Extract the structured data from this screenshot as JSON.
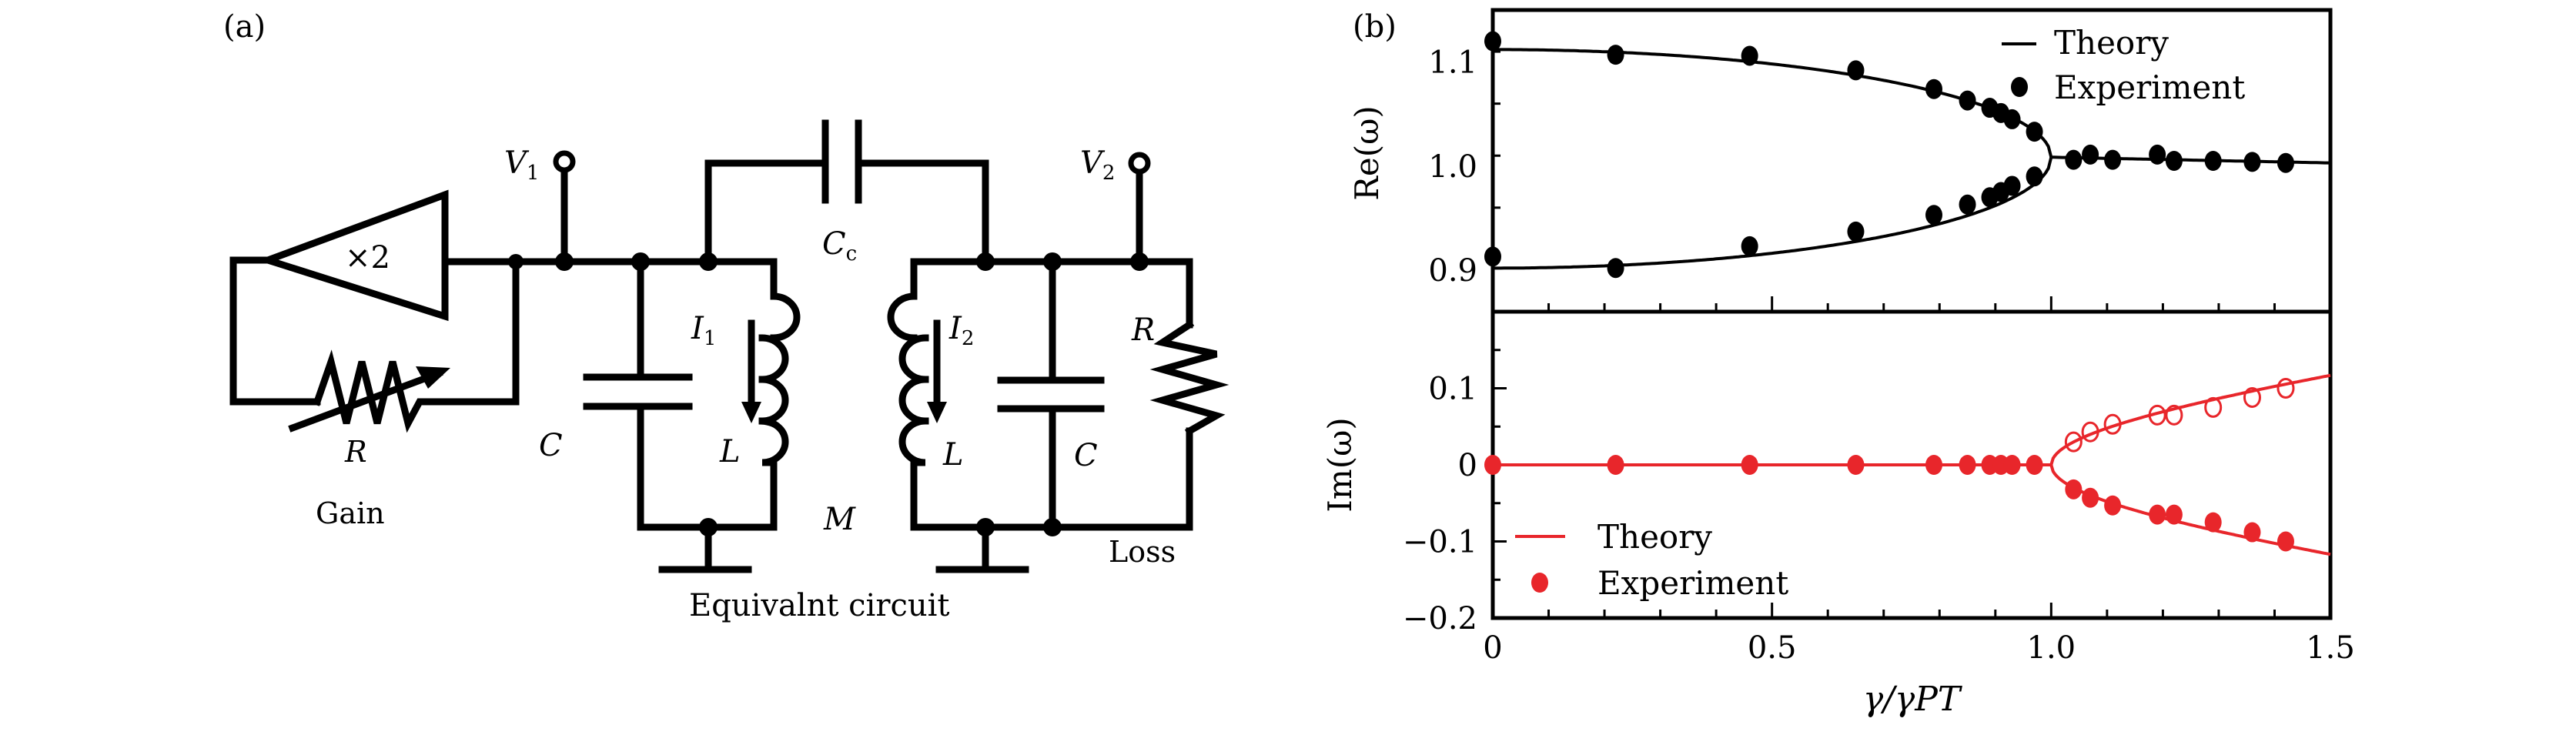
{
  "panel_a": {
    "label": "(a)",
    "amplifier": "×2",
    "v1": "V",
    "v1_sub": "1",
    "v2": "V",
    "v2_sub": "2",
    "cc": "C",
    "cc_sub": "c",
    "i1": "I",
    "i1_sub": "1",
    "i2": "I",
    "i2_sub": "2",
    "c_left": "C",
    "c_right": "C",
    "l_left": "L",
    "l_right": "L",
    "r_gain": "R",
    "r_loss": "R",
    "m": "M",
    "gain": "Gain",
    "loss": "Loss",
    "caption": "Equivalnt circuit"
  },
  "panel_b": {
    "label": "(b)"
  },
  "chart_data": [
    {
      "type": "line",
      "panel": "upper",
      "ylabel": "Re(ω)",
      "ylim": [
        0.86,
        1.15
      ],
      "xlim": [
        0,
        1.5
      ],
      "yticks": [
        0.9,
        1.0,
        1.1
      ],
      "ytick_labels": [
        "0.9",
        "1.0",
        "1.1"
      ],
      "legend": {
        "position": "top-right",
        "entries": [
          "Theory",
          "Experiment"
        ]
      },
      "colors": {
        "theory": "#000000",
        "experiment": "#000000"
      },
      "series": [
        {
          "name": "Experiment upper",
          "marker": "filled",
          "x": [
            0,
            0.22,
            0.46,
            0.65,
            0.79,
            0.85,
            0.89,
            0.91,
            0.93,
            0.97
          ],
          "y": [
            1.12,
            1.107,
            1.106,
            1.092,
            1.074,
            1.063,
            1.056,
            1.051,
            1.045,
            1.033
          ]
        },
        {
          "name": "Experiment lower",
          "marker": "filled",
          "x": [
            0,
            0.22,
            0.46,
            0.65,
            0.79,
            0.85,
            0.89,
            0.91,
            0.93,
            0.97
          ],
          "y": [
            0.913,
            0.902,
            0.923,
            0.937,
            0.953,
            0.963,
            0.97,
            0.975,
            0.981,
            0.99
          ]
        },
        {
          "name": "Experiment broken",
          "marker": "filled",
          "x": [
            1.04,
            1.07,
            1.11,
            1.19,
            1.22,
            1.29,
            1.36,
            1.42
          ],
          "y": [
            1.006,
            1.011,
            1.006,
            1.011,
            1.005,
            1.005,
            1.004,
            1.003
          ]
        }
      ],
      "theory": {
        "center": 1.0085,
        "split0": 0.1035,
        "tail_end": 1.003
      }
    },
    {
      "type": "line",
      "panel": "lower",
      "ylabel": "Im(ω)",
      "xlabel": "γ/γPT",
      "ylim": [
        -0.2,
        0.2
      ],
      "xlim": [
        0,
        1.5
      ],
      "yticks": [
        -0.2,
        -0.1,
        0,
        0.1
      ],
      "ytick_labels": [
        "−0.2",
        "−0.1",
        "0",
        "0.1"
      ],
      "xticks": [
        0,
        0.5,
        1.0,
        1.5
      ],
      "xtick_labels": [
        "0",
        "0.5",
        "1.0",
        "1.5"
      ],
      "legend": {
        "position": "bottom-left",
        "entries": [
          "Theory",
          "Experiment"
        ]
      },
      "colors": {
        "theory": "#e8262b",
        "experiment": "#e8262b"
      },
      "series": [
        {
          "name": "Experiment zero",
          "marker": "filled",
          "x": [
            0,
            0.22,
            0.46,
            0.65,
            0.79,
            0.85,
            0.89,
            0.91,
            0.93,
            0.97
          ],
          "y": [
            0,
            0,
            0,
            0,
            0,
            0,
            0,
            0,
            0,
            0
          ]
        },
        {
          "name": "Experiment positive",
          "marker": "open",
          "x": [
            1.04,
            1.07,
            1.11,
            1.19,
            1.22,
            1.29,
            1.36,
            1.42
          ],
          "y": [
            0.03,
            0.043,
            0.053,
            0.065,
            0.065,
            0.075,
            0.088,
            0.1
          ]
        },
        {
          "name": "Experiment negative",
          "marker": "filled",
          "x": [
            1.04,
            1.07,
            1.11,
            1.19,
            1.22,
            1.29,
            1.36,
            1.42
          ],
          "y": [
            -0.032,
            -0.043,
            -0.053,
            -0.065,
            -0.065,
            -0.075,
            -0.088,
            -0.1
          ]
        }
      ],
      "theory": {
        "scale": 0.1045
      }
    }
  ]
}
